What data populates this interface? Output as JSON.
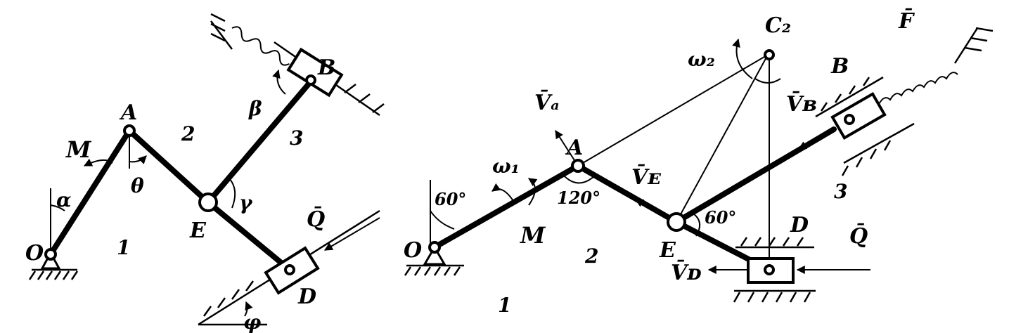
{
  "figure_left": {
    "points": {
      "O": "O",
      "A": "A",
      "B": "B",
      "D": "D",
      "E": "E"
    },
    "links": {
      "link1": "1",
      "link2": "2",
      "link3": "3"
    },
    "angles": {
      "alpha": "α",
      "beta": "β",
      "gamma": "γ",
      "theta": "θ",
      "phi": "φ"
    },
    "moment": "M",
    "force_q": "Q̄"
  },
  "figure_right": {
    "points": {
      "O": "O",
      "A": "A",
      "B": "B",
      "D": "D",
      "E": "E",
      "C2": "C₂"
    },
    "links": {
      "link1": "1",
      "link2": "2",
      "link3": "3"
    },
    "angles": {
      "a60_o": "60°",
      "a120": "120°",
      "a60_e": "60°"
    },
    "omega1": "ω₁",
    "omega2": "ω₂",
    "moment": "M",
    "velocities": {
      "vA": "V̄ₐ",
      "vB": "V̄ʙ",
      "vE": "V̄ᴇ",
      "vD": "V̄ᴅ"
    },
    "force_q": "Q̄",
    "force_f": "F̄"
  }
}
